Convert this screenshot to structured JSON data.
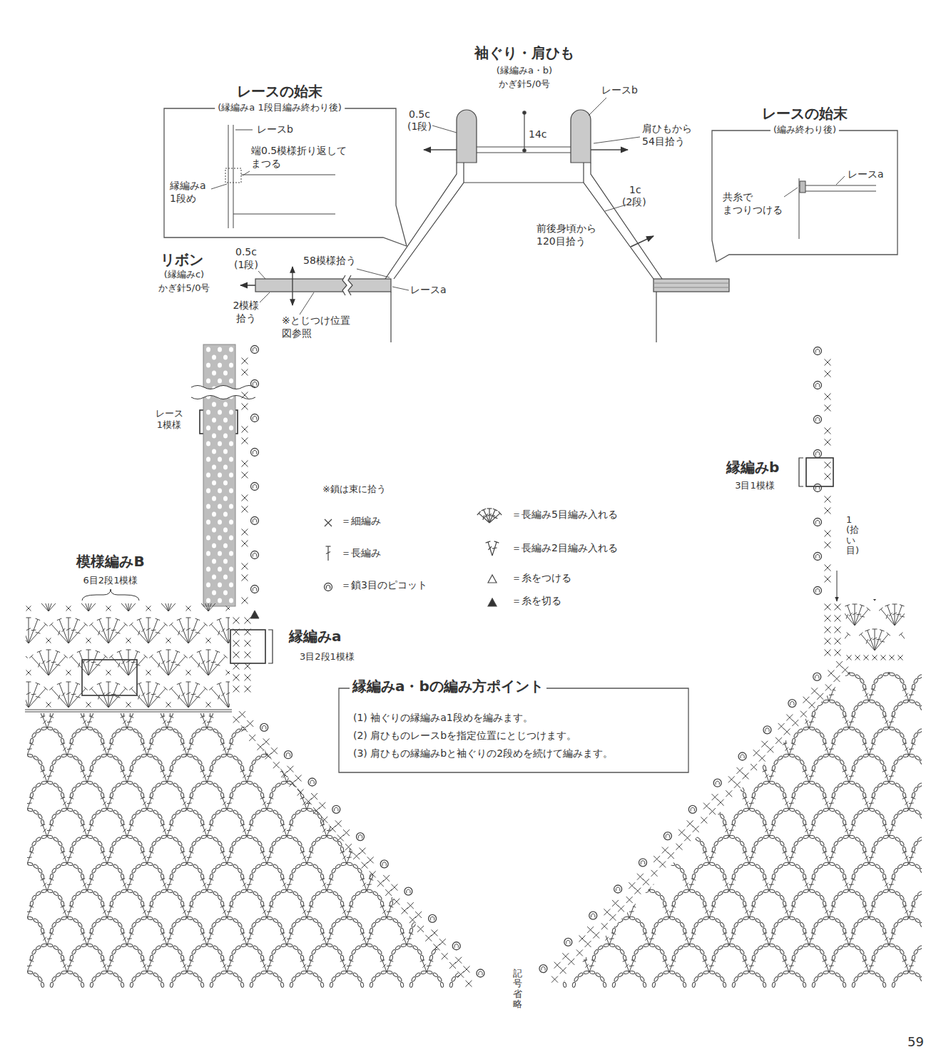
{
  "diagram": {
    "nodes": [
      {
        "text": [
          "レースの始末",
          "(縁編みa 1段目編み終わり後)",
          "レースb",
          "端0.5模様折り返して まつる",
          "縁編みa 1段め"
        ]
      },
      {
        "text": [
          "レースの始末",
          "(編み終わり後)",
          "レースa",
          "共糸で まつりつける"
        ]
      },
      {
        "text": [
          "縁編みa・bの編み方ポイント",
          "(1) 袖ぐりの縁編みa1段めを編みます。",
          "(2) 肩ひものレースbを指定位置にとじつけます。",
          "(3) 肩ひもの縁編みbと袖ぐりの2段めを続けて編みます。"
        ]
      }
    ],
    "labels": [
      "袖ぐり・肩ひも",
      "(縁編みa・b)",
      "かぎ針5/0号",
      "レースb",
      "0.5c",
      "(1段)",
      "14c",
      "肩ひもから 54目拾う",
      "1c",
      "(2段)",
      "前後身頃から 120目拾う",
      "リボン",
      "(縁編みc)",
      "かぎ針5/0号",
      "0.5c",
      "(1段)",
      "58模様拾う",
      "レースa",
      "2模様 拾う",
      "※とじつけ位置 図参照",
      "レース 1模様",
      "※鎖は束に拾う",
      "縁編みb",
      "3目1模様",
      "1 (拾い目)",
      "模様編みB",
      "6目2段1模様",
      "縁編みa",
      "3目2段1模様",
      "記号省略",
      "59"
    ],
    "legend": [
      {
        "text": "＝細編み"
      },
      {
        "text": "＝長編み"
      },
      {
        "text": "＝鎖3目のピコット"
      },
      {
        "text": "＝長編み5目編み入れる"
      },
      {
        "text": "＝長編み2目編み入れる"
      },
      {
        "text": "＝糸をつける"
      },
      {
        "text": "＝糸を切る"
      }
    ]
  }
}
